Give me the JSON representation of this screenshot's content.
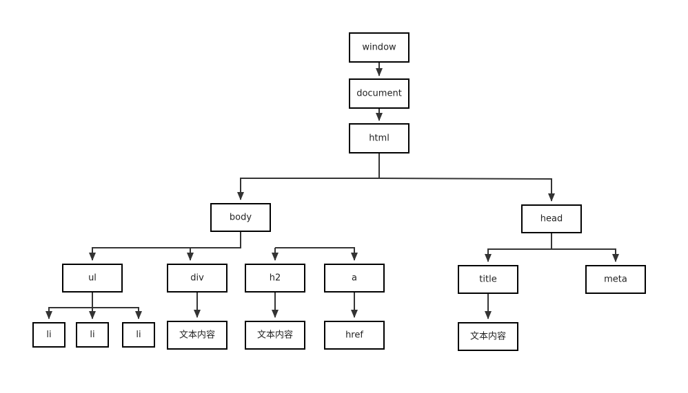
{
  "diagram": {
    "nodes": {
      "window": "window",
      "document": "document",
      "html": "html",
      "body": "body",
      "head": "head",
      "ul": "ul",
      "div": "div",
      "h2": "h2",
      "a": "a",
      "li_1": "li",
      "li_2": "li",
      "li_3": "li",
      "div_text": "文本内容",
      "h2_text": "文本内容",
      "a_href": "href",
      "title": "title",
      "meta": "meta",
      "title_text": "文本内容"
    }
  },
  "colors": {
    "stroke": "#000000",
    "line": "#333333",
    "text": "#222222",
    "background": "#ffffff"
  }
}
